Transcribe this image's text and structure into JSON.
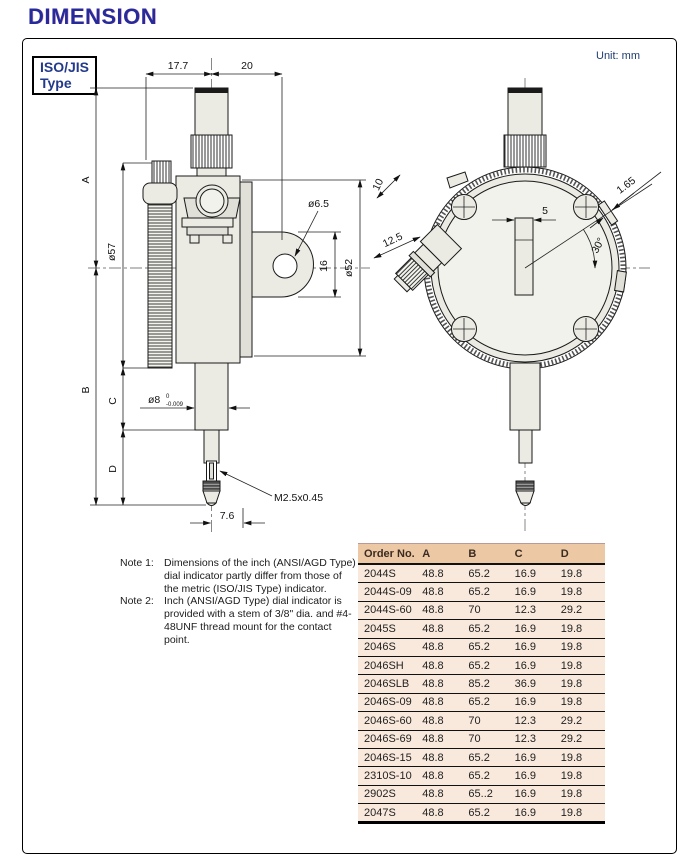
{
  "page": {
    "title": "DIMENSION",
    "type_label_line1": "ISO/JIS",
    "type_label_line2": "Type",
    "unit_label": "Unit: mm"
  },
  "side_view": {
    "dims": {
      "width_left": "17.7",
      "width_right": "20",
      "height_a": "A",
      "height_b": "B",
      "height_c": "C",
      "height_d": "D",
      "bezel_od": "ø57",
      "face_od": "ø52",
      "lug_hole": "ø6.5",
      "lug_width": "16",
      "stem_dia": "ø8",
      "stem_tol_upper": "0",
      "stem_tol_lower": "-0.009",
      "thread": "M2.5x0.45",
      "tip_offset": "7.6"
    }
  },
  "front_view": {
    "dims": {
      "knob_dia": "10",
      "knob_length": "12.5",
      "slot_width": "5",
      "clamp_thickness": "1.65",
      "angle": "30°"
    }
  },
  "notes": [
    {
      "label": "Note 1:",
      "text": "Dimensions of the inch (ANSI/AGD Type) dial indicator partly differ from those of the metric (ISO/JIS Type) indicator."
    },
    {
      "label": "Note 2:",
      "text": "Inch (ANSI/AGD Type) dial indicator is provided with a stem of 3/8\" dia. and #4-48UNF thread mount for the contact point."
    }
  ],
  "table": {
    "headers": [
      "Order No.",
      "A",
      "B",
      "C",
      "D"
    ],
    "rows": [
      [
        "2044S",
        "48.8",
        "65.2",
        "16.9",
        "19.8"
      ],
      [
        "2044S-09",
        "48.8",
        "65.2",
        "16.9",
        "19.8"
      ],
      [
        "2044S-60",
        "48.8",
        "70",
        "12.3",
        "29.2"
      ],
      [
        "2045S",
        "48.8",
        "65.2",
        "16.9",
        "19.8"
      ],
      [
        "2046S",
        "48.8",
        "65.2",
        "16.9",
        "19.8"
      ],
      [
        "2046SH",
        "48.8",
        "65.2",
        "16.9",
        "19.8"
      ],
      [
        "2046SLB",
        "48.8",
        "85.2",
        "36.9",
        "19.8"
      ],
      [
        "2046S-09",
        "48.8",
        "65.2",
        "16.9",
        "19.8"
      ],
      [
        "2046S-60",
        "48.8",
        "70",
        "12.3",
        "29.2"
      ],
      [
        "2046S-69",
        "48.8",
        "70",
        "12.3",
        "29.2"
      ],
      [
        "2046S-15",
        "48.8",
        "65.2",
        "16.9",
        "19.8"
      ],
      [
        "2310S-10",
        "48.8",
        "65.2",
        "16.9",
        "19.8"
      ],
      [
        "2902S",
        "48.8",
        "65..2",
        "16.9",
        "19.8"
      ],
      [
        "2047S",
        "48.8",
        "65.2",
        "16.9",
        "19.8"
      ]
    ]
  },
  "colors": {
    "title_blue": "#272a9b",
    "navy_text": "#233a8c",
    "table_header_bg": "#ecc9a4",
    "table_row_bg": "#f9e9dc",
    "metal_fill": "#ebebe4",
    "line": "#1a1a1a"
  }
}
